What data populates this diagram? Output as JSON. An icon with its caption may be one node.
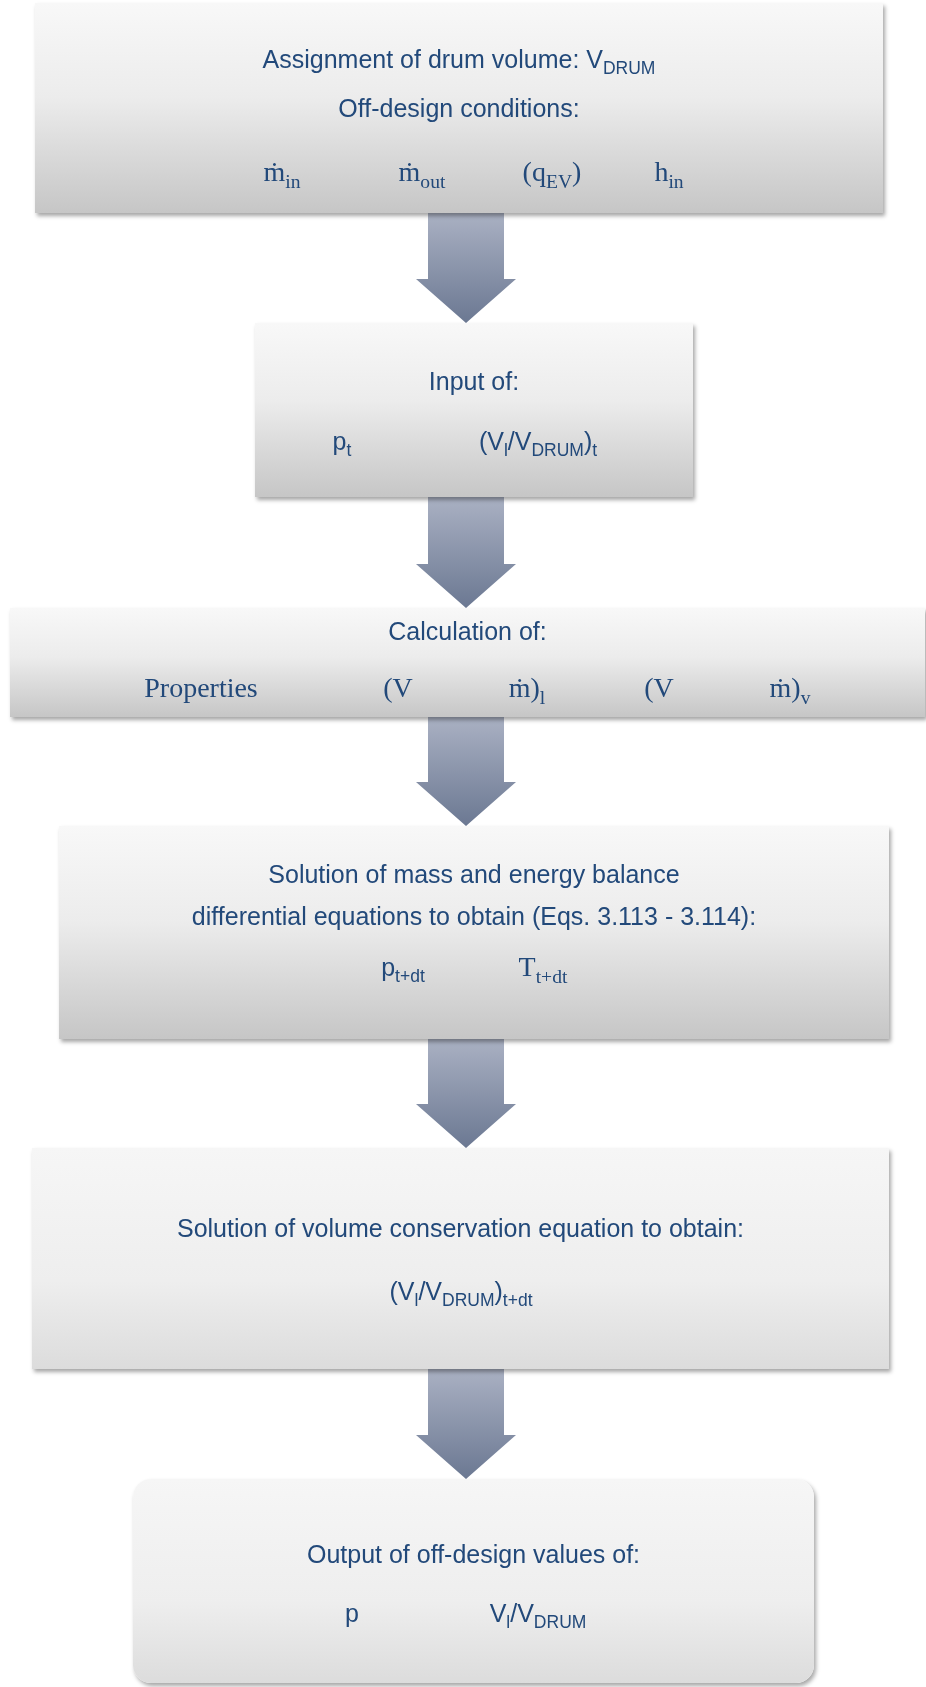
{
  "diagram": {
    "nodes": [
      {
        "text": [
          "Assignment of drum volume: V$_{DRUM}$",
          "Off-design conditions:",
          "ṁ$_{in}$",
          "ṁ$_{out}$",
          "(q$_{EV}$)",
          "h$_{in}$"
        ]
      },
      {
        "text": [
          "Input of:",
          "p$_{t}$",
          "(V$_{l}$/V$_{DRUM}$)$_{t}$"
        ]
      },
      {
        "text": [
          "Calculation of:",
          "Properties",
          "(V",
          "ṁ)$_{l}$",
          "(V",
          "ṁ)$_{v}$"
        ]
      },
      {
        "text": [
          "Solution of mass and energy balance",
          "differential equations to obtain (Eqs. 3.113 - 3.114):",
          "p$_{t+dt}$",
          "T$_{t+dt}$"
        ]
      },
      {
        "text": [
          "Solution of volume conservation equation to obtain:",
          "(V$_{l}$/V$_{DRUM}$)$_{t+dt}$"
        ]
      },
      {
        "text": [
          "Output of off-design values of:",
          "p",
          "V$_{l}$/V$_{DRUM}$"
        ]
      }
    ],
    "edges": [
      {
        "from": 0,
        "to": 1,
        "arrow": "to"
      },
      {
        "from": 1,
        "to": 2,
        "arrow": "to"
      },
      {
        "from": 2,
        "to": 3,
        "arrow": "to"
      },
      {
        "from": 3,
        "to": 4,
        "arrow": "to"
      },
      {
        "from": 4,
        "to": 5,
        "arrow": "to"
      }
    ]
  }
}
